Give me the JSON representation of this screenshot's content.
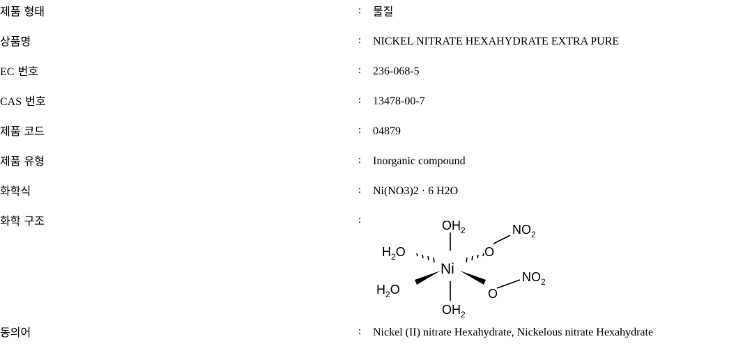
{
  "rows": [
    {
      "label": "제품 형태",
      "value": "물질"
    },
    {
      "label_latin": "",
      "label": "상품명",
      "value": "NICKEL NITRATE HEXAHYDRATE EXTRA PURE"
    },
    {
      "label_latin": "EC",
      "label": " 번호",
      "value": "236-068-5"
    },
    {
      "label_latin": "CAS",
      "label": " 번호",
      "value": "13478-00-7"
    },
    {
      "label": "제품 코드",
      "value": "04879"
    },
    {
      "label": "제품 유형",
      "value": "Inorganic compound"
    },
    {
      "label": "화학식",
      "value": "Ni(NO3)2 · 6 H2O"
    },
    {
      "label": "화학 구조",
      "value": ""
    },
    {
      "label": "동의어",
      "value": "Nickel (II) nitrate Hexahydrate, Nickelous nitrate Hexahydrate"
    }
  ],
  "colon": ":",
  "structure": {
    "center_atom": "Ni",
    "top_ligand": "OH",
    "top_ligand_sub": "2",
    "bottom_ligand": "OH",
    "bottom_ligand_sub": "2",
    "upper_left_ligand_pre": "H",
    "upper_left_ligand_sub": "2",
    "upper_left_ligand_post": "O",
    "lower_left_ligand_pre": "H",
    "lower_left_ligand_sub": "2",
    "lower_left_ligand_post": "O",
    "upper_right_o": "O",
    "lower_right_o": "O",
    "nitro_group": "NO",
    "nitro_sub": "2"
  }
}
